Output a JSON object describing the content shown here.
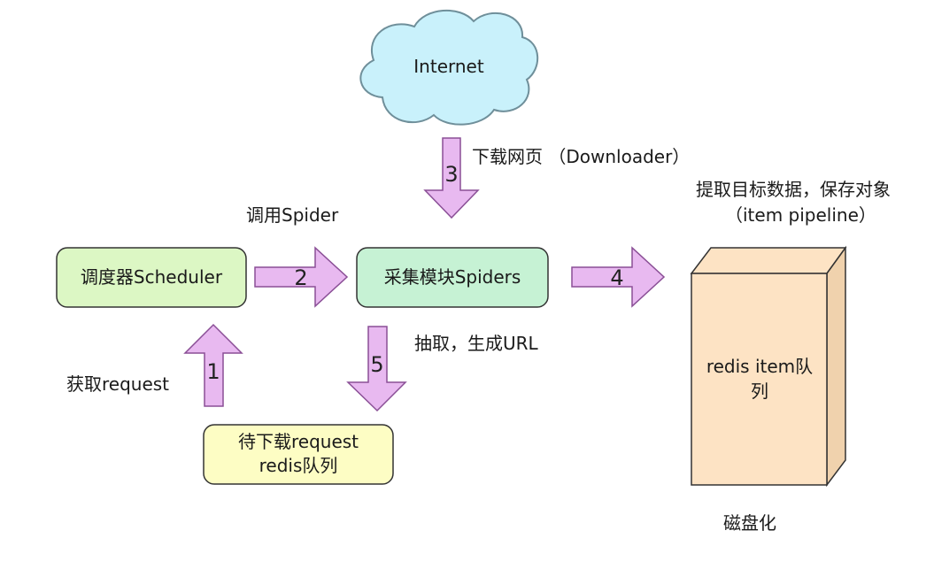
{
  "colors": {
    "arrow_fill": "#e8b9f0",
    "arrow_stroke": "#8a4f96",
    "scheduler_fill": "#dcf7c4",
    "spiders_fill": "#c6f2d4",
    "queue_fill": "#fdfdc4",
    "cloud_fill": "#c9f1fb",
    "storage_fill": "#fde3c4",
    "storage_side": "#f0d2ad"
  },
  "nodes": {
    "internet": "Internet",
    "scheduler": "调度器Scheduler",
    "spiders": "采集模块Spiders",
    "request_queue": {
      "line1": "待下载request",
      "line2": "redis队列"
    },
    "item_queue": {
      "line1": "redis item队",
      "line2": "列"
    }
  },
  "labels": {
    "download": "下载网页 （Downloader）",
    "call_spider": "调用Spider",
    "extract_line1": "提取目标数据，保存对象",
    "extract_line2": "（item pipeline）",
    "parse_url": "抽取，生成URL",
    "get_request": "获取request",
    "persist": "磁盘化"
  },
  "arrows": [
    {
      "id": "arrow-1",
      "number": "1"
    },
    {
      "id": "arrow-2",
      "number": "2"
    },
    {
      "id": "arrow-3",
      "number": "3"
    },
    {
      "id": "arrow-4",
      "number": "4"
    },
    {
      "id": "arrow-5",
      "number": "5"
    }
  ]
}
